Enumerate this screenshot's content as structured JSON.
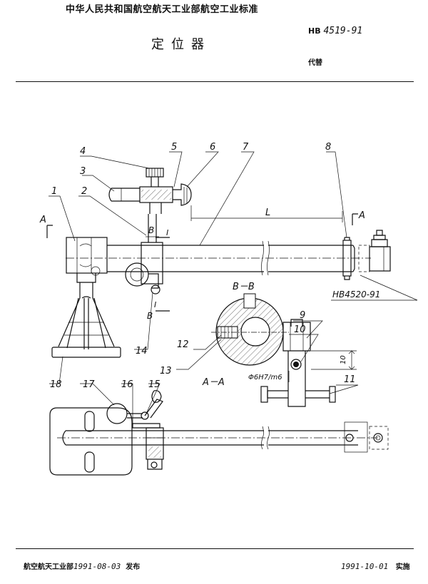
{
  "header": {
    "standard_title": "中华人民共和国航空航天工业部航空工业标准",
    "document_title": "定位器",
    "code_prefix": "HB",
    "code_number": "4519-91",
    "replaces": "代替"
  },
  "drawing": {
    "part_numbers": [
      "1",
      "2",
      "3",
      "4",
      "5",
      "6",
      "7",
      "8",
      "9",
      "10",
      "11",
      "12",
      "13",
      "14",
      "15",
      "16",
      "17",
      "18"
    ],
    "section_labels": {
      "A_left": "A",
      "A_right": "A",
      "B_top": "B",
      "B_bottom": "B",
      "I_top": "I",
      "I_bottom": "I",
      "L": "L",
      "section_BB": "B－B",
      "section_AA": "A－A"
    },
    "reference_standard": "HB4520-91",
    "fit_spec": "Φ6H7/m6",
    "dimension_10": "10"
  },
  "footer": {
    "issuer": "航空航天工业部",
    "issue_date": "1991-08-03",
    "issue_word": "发布",
    "effective_date": "1991-10-01",
    "effective_word": "实施"
  }
}
